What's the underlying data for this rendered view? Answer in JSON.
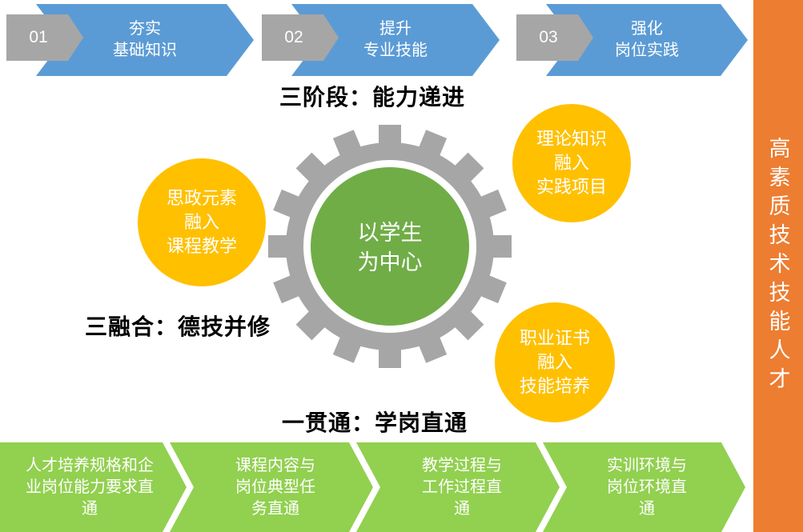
{
  "stages": {
    "heading": "三阶段：能力递进",
    "items": [
      {
        "num": "01",
        "line1": "夯实",
        "line2": "基础知识"
      },
      {
        "num": "02",
        "line1": "提升",
        "line2": "专业技能"
      },
      {
        "num": "03",
        "line1": "强化",
        "line2": "岗位实践"
      }
    ]
  },
  "fusion": {
    "heading": "三融合：德技并修",
    "bubbles": [
      {
        "name": "ideology",
        "lines": [
          "思政元素",
          "融入",
          "课程教学"
        ]
      },
      {
        "name": "theory",
        "lines": [
          "理论知识",
          "融入",
          "实践项目"
        ]
      },
      {
        "name": "certificate",
        "lines": [
          "职业证书",
          "融入",
          "技能培养"
        ]
      }
    ]
  },
  "center": {
    "line1": "以学生",
    "line2": "为中心"
  },
  "through": {
    "heading": "一贯通：学岗直通",
    "arrows": [
      {
        "lines": [
          "人才培养规格和企",
          "业岗位能力要求直",
          "通"
        ]
      },
      {
        "lines": [
          "课程内容与",
          "岗位典型任",
          "务直通"
        ]
      },
      {
        "lines": [
          "教学过程与",
          "工作过程直",
          "通"
        ]
      },
      {
        "lines": [
          "实训环境与",
          "岗位环境直",
          "通"
        ]
      }
    ]
  },
  "goal": {
    "text": "高素质技术技能人才"
  },
  "colors": {
    "stage_blue": "#5B9BD5",
    "neutral_gray": "#A6A6A6",
    "bubble_yellow": "#FFC000",
    "center_green": "#70AD47",
    "through_green": "#92D050",
    "goal_orange": "#ED7D31"
  }
}
